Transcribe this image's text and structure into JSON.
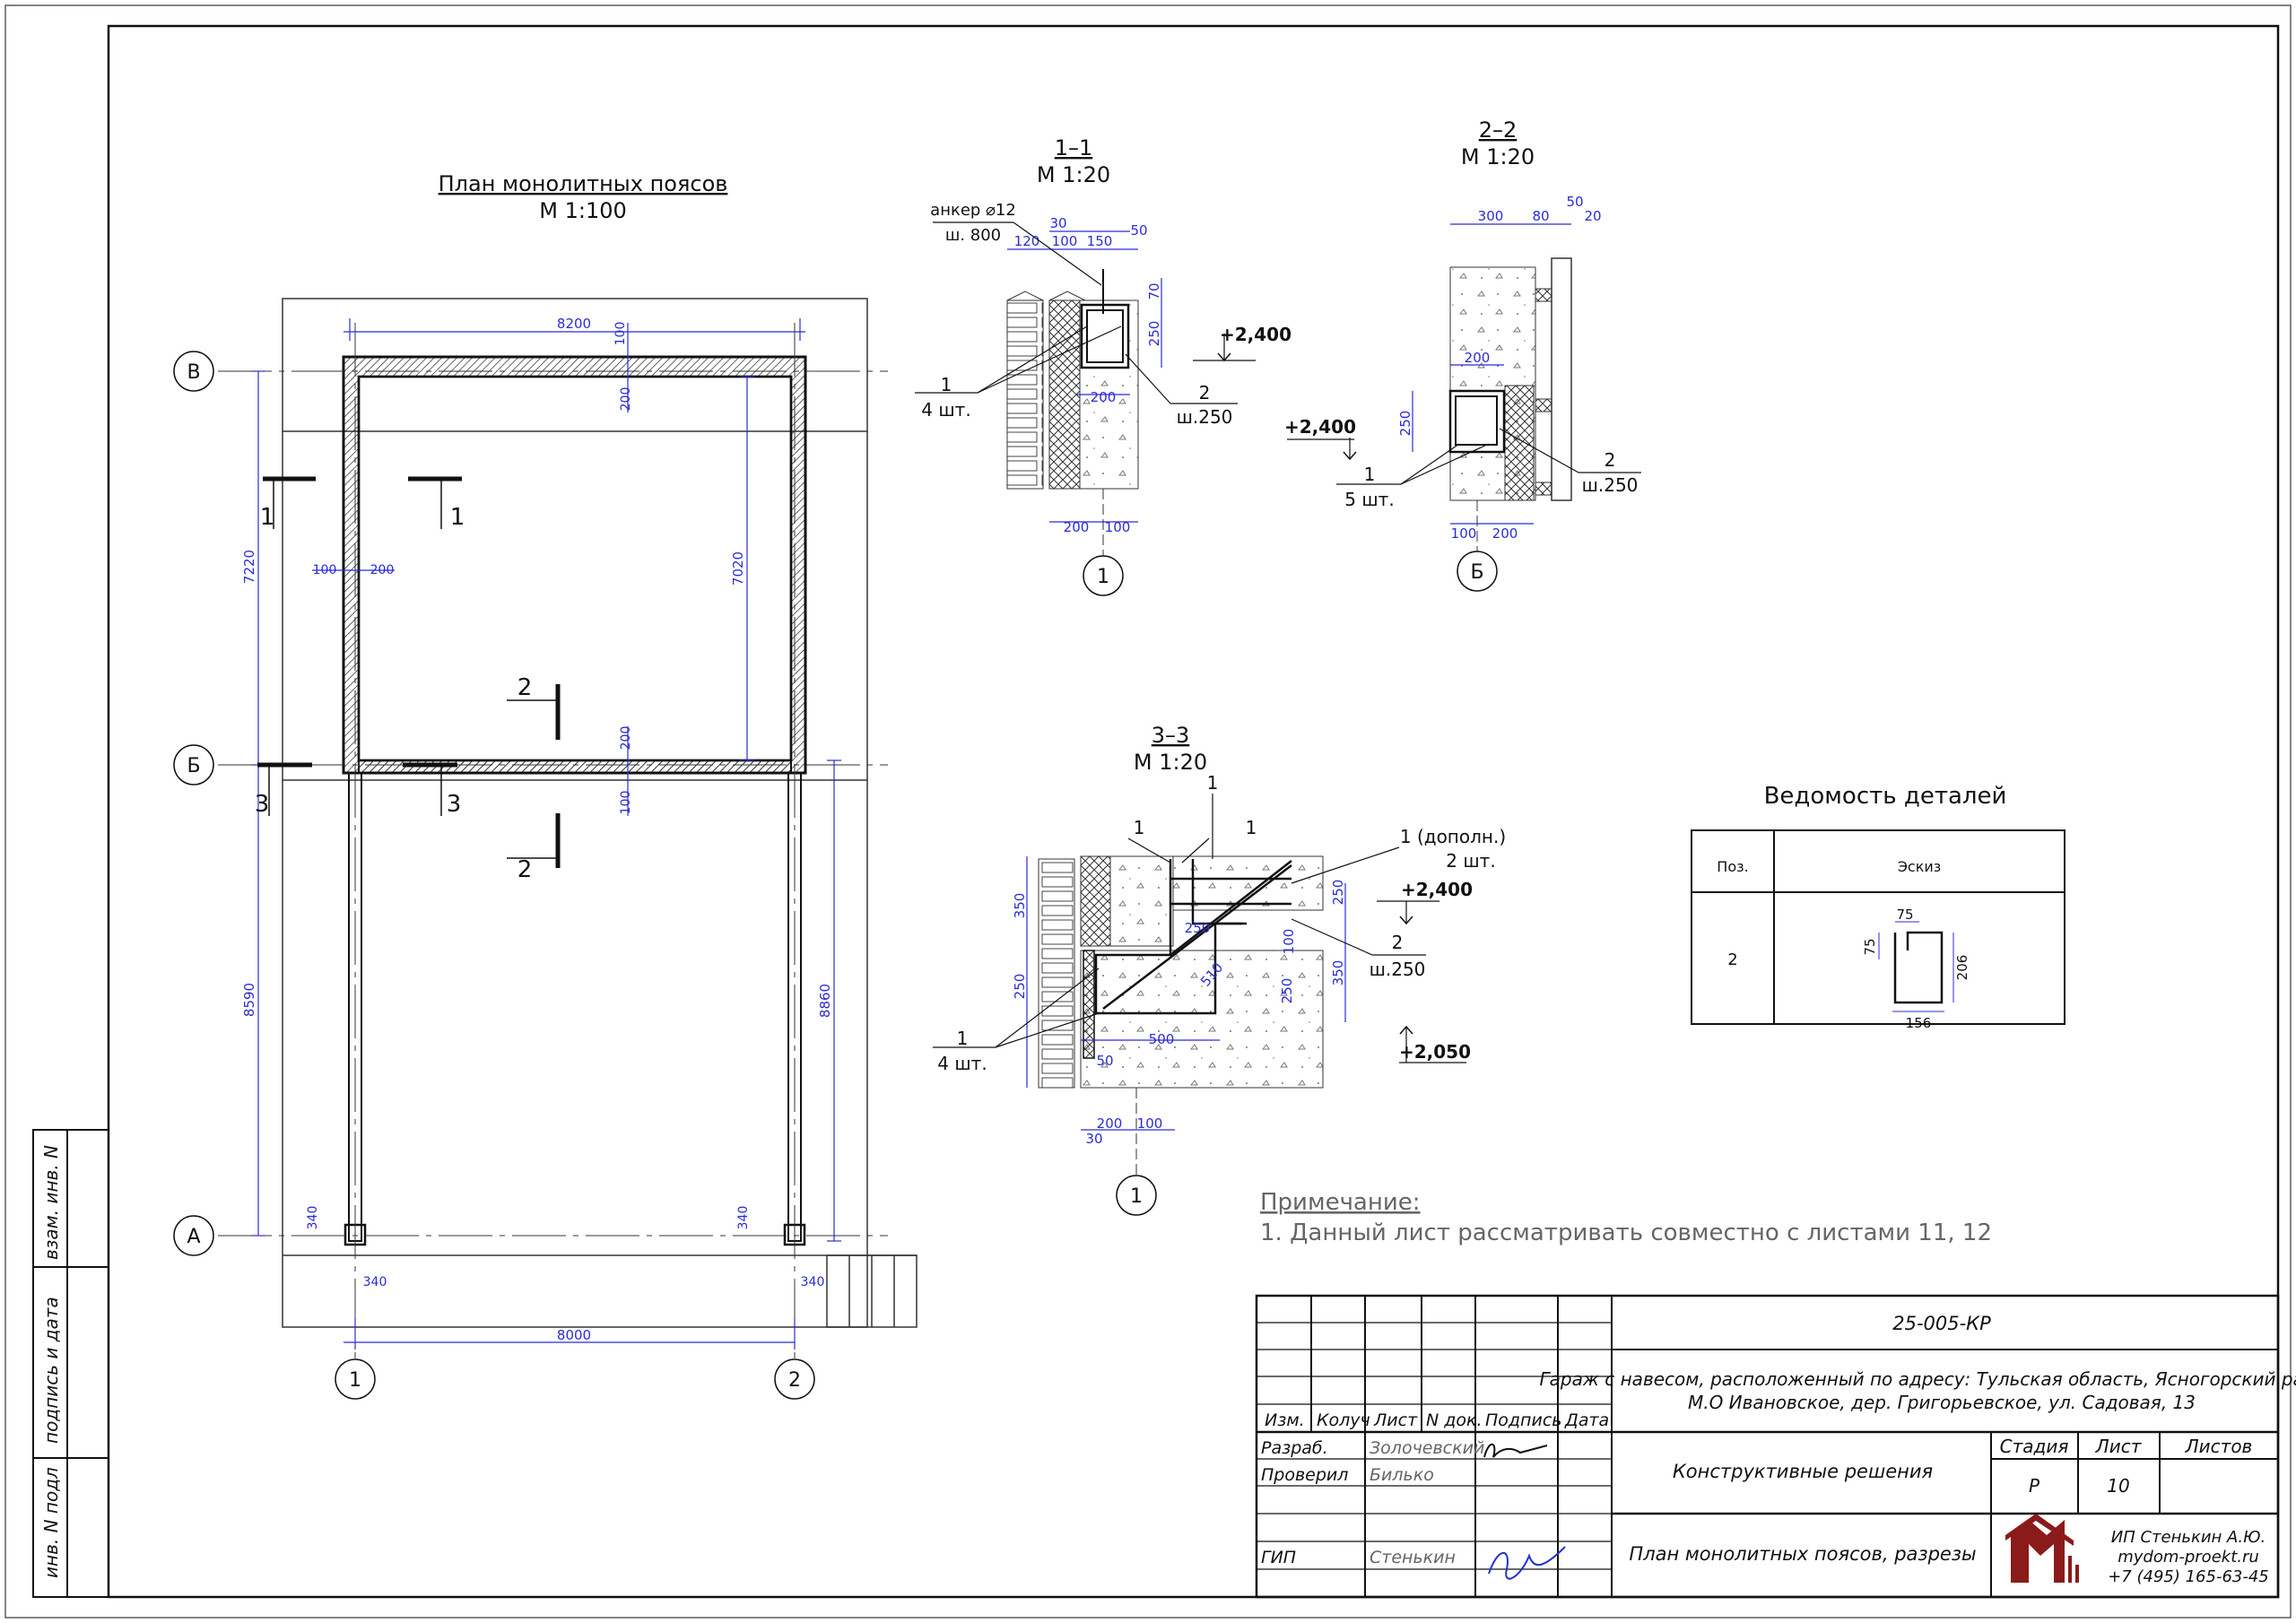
{
  "plan": {
    "title": "План монолитных поясов",
    "scale": "М 1:100",
    "axis_letters": [
      "В",
      "Б",
      "А"
    ],
    "axis_numbers": [
      "1",
      "2"
    ],
    "dims": {
      "top_width": "8200",
      "bottom_width": "8000",
      "left_upper": "7220",
      "left_lower": "8590",
      "right_inner": "7020",
      "right_lower": "8860",
      "top_beam_100": "100",
      "top_beam_200": "200",
      "mid_200": "200",
      "mid_100": "100",
      "wall_100": "100",
      "wall_200": "200",
      "col_340_a": "340",
      "col_340_b": "340",
      "col_340_c": "340",
      "col_340_d": "340"
    },
    "cut_labels": {
      "c1a": "1",
      "c1b": "1",
      "c2a": "2",
      "c2b": "2",
      "c3a": "3",
      "c3b": "3"
    }
  },
  "sec11": {
    "title": "1–1",
    "scale": "М 1:20",
    "anchor": "анкер ⌀12",
    "anchor_step": "ш. 800",
    "elev": "+2,400",
    "l1": "1",
    "l1qty": "4 шт.",
    "l2": "2",
    "l2step": "ш.250",
    "axis": "1",
    "dims": {
      "d120": "120",
      "d30": "30",
      "d100t": "100",
      "d150": "150",
      "d50": "50",
      "d70": "70",
      "d250": "250",
      "d200m": "200",
      "d200": "200",
      "d100": "100"
    }
  },
  "sec22": {
    "title": "2–2",
    "scale": "М 1:20",
    "elev": "+2,400",
    "l1": "1",
    "l1qty": "5 шт.",
    "l2": "2",
    "l2step": "ш.250",
    "axis": "Б",
    "dims": {
      "d300": "300",
      "d80": "80",
      "d50": "50",
      "d20": "20",
      "d200": "200",
      "d250": "250",
      "d100": "100",
      "d200b": "200"
    }
  },
  "sec33": {
    "title": "3–3",
    "scale": "М 1:20",
    "l1a": "1",
    "l1b": "1",
    "l1c": "1",
    "l1add": "1 (дополн.)",
    "l1addqty": "2 шт.",
    "elev1": "+2,400",
    "elev2": "+2,050",
    "l2": "2",
    "l2step": "ш.250",
    "l1bot": "1",
    "l1botqty": "4 шт.",
    "axis": "1",
    "dims": {
      "d350": "350",
      "d250": "250",
      "d250b": "250",
      "d250c": "250",
      "d350b": "350",
      "d100": "100",
      "d500": "500",
      "d50": "50",
      "d30": "30",
      "d200": "200",
      "d100b": "100",
      "d510": "510"
    }
  },
  "details": {
    "title": "Ведомость деталей",
    "col_pos": "Поз.",
    "col_sketch": "Эскиз",
    "row_pos": "2",
    "sk": {
      "d75a": "75",
      "d75b": "75",
      "d206": "206",
      "d156": "156"
    }
  },
  "note": {
    "title": "Примечание:",
    "text": "1. Данный лист рассматривать совместно с листами 11, 12"
  },
  "stamp": {
    "code": "25-005-КР",
    "address_1": "Гараж с навесом, расположенный по адресу: Тульская область, Ясногорский район,",
    "address_2": "М.О Ивановское, дер. Григорьевское, ул. Садовая, 13",
    "section": "Конструктивные решения",
    "sheet_title": "План монолитных поясов, разрезы",
    "h_izm": "Изм.",
    "h_koluch": "Колуч",
    "h_list": "Лист",
    "h_ndok": "N док.",
    "h_podpis": "Подпись",
    "h_data": "Дата",
    "r_razrab": "Разраб.",
    "r_razrab_name": "Золочевский",
    "r_prov": "Проверил",
    "r_prov_name": "Билько",
    "r_gip": "ГИП",
    "r_gip_name": "Стенькин",
    "h_stadia": "Стадия",
    "h_list2": "Лист",
    "h_listov": "Листов",
    "stadia": "Р",
    "list": "10",
    "listov": "",
    "company": "ИП Стенькин А.Ю.",
    "site": "mydom-proekt.ru",
    "phone": "+7 (495) 165-63-45"
  },
  "side": {
    "vzam": "взам. инв. N",
    "podpis": "подпись и дата",
    "inv": "инв. N подл"
  }
}
